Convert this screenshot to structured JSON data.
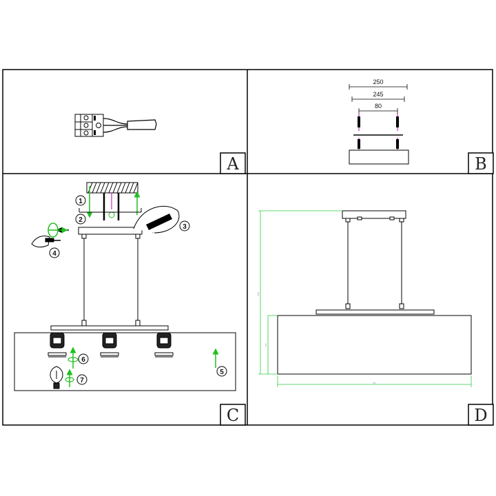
{
  "panels": {
    "a": {
      "letter": "A"
    },
    "b": {
      "letter": "B",
      "dims": {
        "outer": "250",
        "inner": "245",
        "hole": "80"
      }
    },
    "c": {
      "letter": "C",
      "steps": [
        "1",
        "2",
        "3",
        "4",
        "5",
        "6",
        "7"
      ]
    },
    "d": {
      "letter": "D",
      "dims": {
        "height": "1500",
        "shade_height": "200",
        "width": "780"
      }
    }
  },
  "colors": {
    "arrow": "#1fbf1f",
    "accent": "#c000c0",
    "line": "#000000",
    "dim": "#2ecc40"
  }
}
